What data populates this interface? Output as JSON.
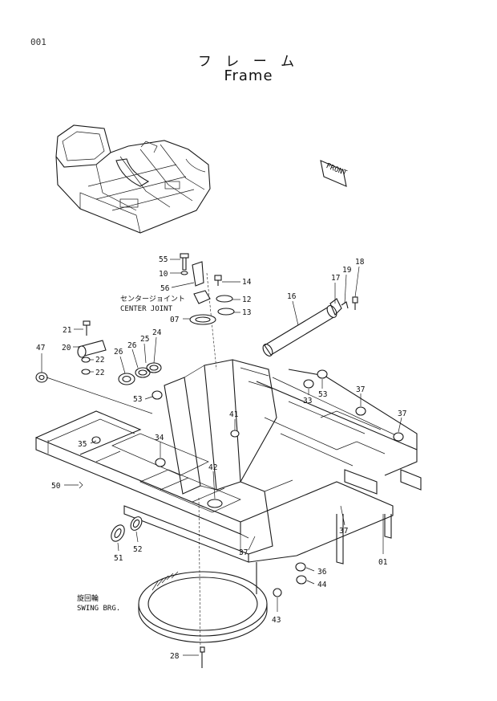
{
  "page_number": "001",
  "title_jp": "フ レ ー ム",
  "title_en": "Frame",
  "front_label": "FRONT",
  "center_joint": {
    "jp": "センタージョイント",
    "en": "CENTER JOINT"
  },
  "swing_bearing": {
    "jp": "旋回輪",
    "en": "SWING BRG."
  },
  "callouts": [
    {
      "id": "c55",
      "text": "55"
    },
    {
      "id": "c10",
      "text": "10"
    },
    {
      "id": "c56",
      "text": "56"
    },
    {
      "id": "c14",
      "text": "14"
    },
    {
      "id": "c12",
      "text": "12"
    },
    {
      "id": "c13",
      "text": "13"
    },
    {
      "id": "c07",
      "text": "07"
    },
    {
      "id": "c16",
      "text": "16"
    },
    {
      "id": "c17",
      "text": "17"
    },
    {
      "id": "c19",
      "text": "19"
    },
    {
      "id": "c18",
      "text": "18"
    },
    {
      "id": "c21",
      "text": "21"
    },
    {
      "id": "c20",
      "text": "20"
    },
    {
      "id": "c22a",
      "text": "22"
    },
    {
      "id": "c22b",
      "text": "22"
    },
    {
      "id": "c26a",
      "text": "26"
    },
    {
      "id": "c26b",
      "text": "26"
    },
    {
      "id": "c25",
      "text": "25"
    },
    {
      "id": "c24",
      "text": "24"
    },
    {
      "id": "c47",
      "text": "47"
    },
    {
      "id": "c53a",
      "text": "53"
    },
    {
      "id": "c33",
      "text": "33"
    },
    {
      "id": "c53b",
      "text": "53"
    },
    {
      "id": "c37a",
      "text": "37"
    },
    {
      "id": "c37b",
      "text": "37"
    },
    {
      "id": "c41",
      "text": "41"
    },
    {
      "id": "c35",
      "text": "35"
    },
    {
      "id": "c34",
      "text": "34"
    },
    {
      "id": "c50",
      "text": "50"
    },
    {
      "id": "c42",
      "text": "42"
    },
    {
      "id": "c37c",
      "text": "37"
    },
    {
      "id": "c37d",
      "text": "37"
    },
    {
      "id": "c01",
      "text": "01"
    },
    {
      "id": "c51",
      "text": "51"
    },
    {
      "id": "c52",
      "text": "52"
    },
    {
      "id": "c36",
      "text": "36"
    },
    {
      "id": "c44",
      "text": "44"
    },
    {
      "id": "c43",
      "text": "43"
    },
    {
      "id": "c28",
      "text": "28"
    }
  ]
}
